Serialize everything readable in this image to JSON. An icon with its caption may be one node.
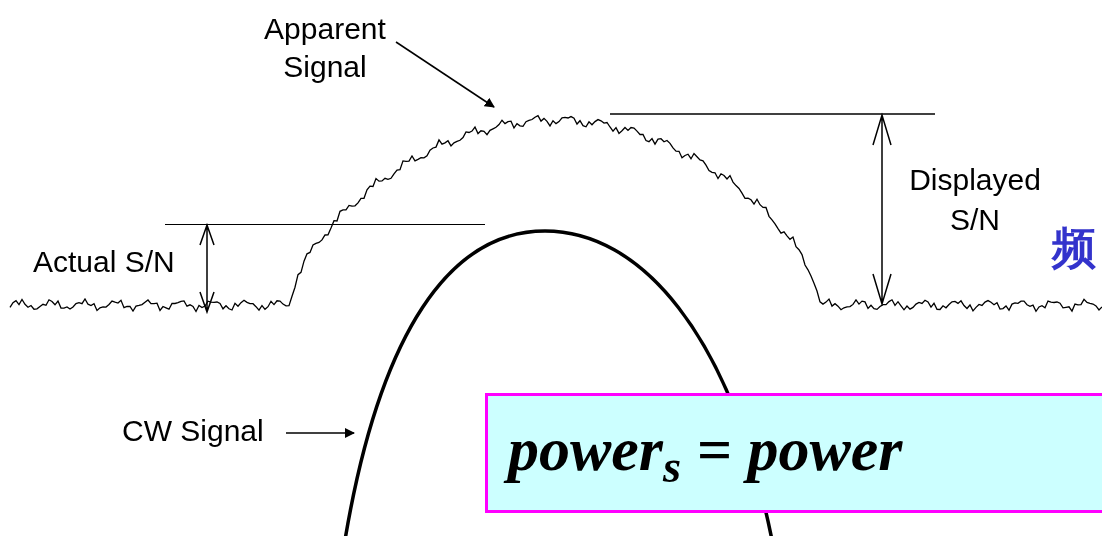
{
  "diagram": {
    "nodes": [
      {
        "text": [
          "Apparent Signal"
        ]
      },
      {
        "text": [],
        "shape": "picture"
      },
      {
        "text": [
          "CW Signal"
        ]
      },
      {
        "text": [],
        "shape": "picture"
      },
      {
        "text": [
          "power$_{s}$ = power"
        ]
      }
    ],
    "edges": [
      {
        "from": 0,
        "to": 1,
        "arrow": "to"
      },
      {
        "from": 2,
        "to": 3,
        "arrow": "to"
      }
    ],
    "labels": [
      "Actual S/N",
      "Displayed S/N",
      "频"
    ]
  }
}
